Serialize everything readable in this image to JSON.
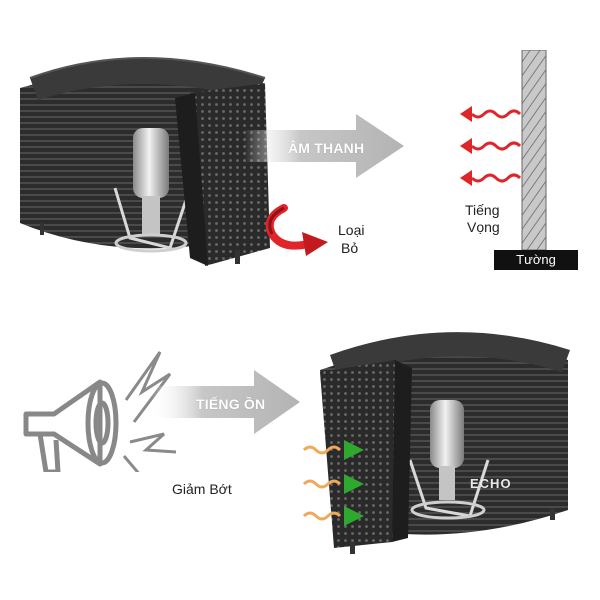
{
  "labels": {
    "sound_arrow": "ÂM THANH",
    "remove_line1": "Loại",
    "remove_line2": "Bỏ",
    "echo_line1": "Tiếng",
    "echo_line2": "Vọng",
    "wall": "Tường",
    "noise_arrow": "TIẾNG ỒN",
    "reduce": "Giảm Bớt",
    "watermark": "ECHO"
  },
  "colors": {
    "wave_red": "#e0242a",
    "wave_green": "#2fa82f",
    "wall_base": "#111111",
    "arrow_gray": "#b9b9b9"
  },
  "icons": [
    "microphone-icon",
    "megaphone-icon",
    "curved-arrow-icon",
    "wave-arrow-icon"
  ]
}
